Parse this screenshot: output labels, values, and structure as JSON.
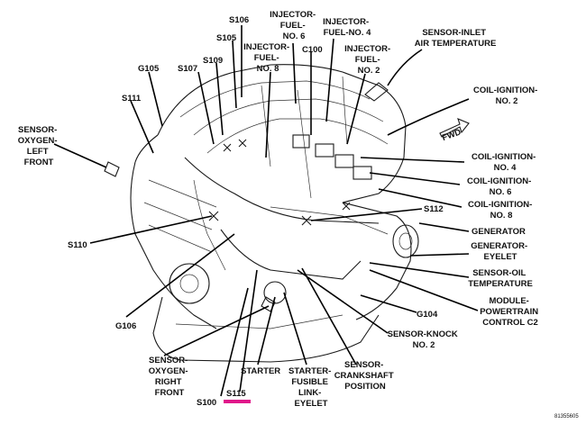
{
  "diagram": {
    "labels": {
      "s106": "S106",
      "injector_fuel_6": [
        "INJECTOR-",
        "FUEL-",
        "NO. 6"
      ],
      "injector_fuel_4": [
        "INJECTOR-",
        "FUEL-NO. 4"
      ],
      "sensor_inlet_air": [
        "SENSOR-INLET",
        "AIR TEMPERATURE"
      ],
      "s105": "S105",
      "c100": "C100",
      "injector_fuel_8": [
        "INJECTOR-",
        "FUEL-",
        "NO. 8"
      ],
      "injector_fuel_2": [
        "INJECTOR-",
        "FUEL-",
        "NO. 2"
      ],
      "s109": "S109",
      "g105": "G105",
      "s107": "S107",
      "coil_ignition_2": [
        "COIL-IGNITION-",
        "NO. 2"
      ],
      "s111": "S111",
      "sensor_oxygen_left": [
        "SENSOR-",
        "OXYGEN-",
        "LEFT",
        "FRONT"
      ],
      "coil_ignition_4": [
        "COIL-IGNITION-",
        "NO. 4"
      ],
      "coil_ignition_6": [
        "COIL-IGNITION-",
        "NO. 6"
      ],
      "coil_ignition_8": [
        "COIL-IGNITION-",
        "NO. 8"
      ],
      "s112": "S112",
      "generator": "GENERATOR",
      "s110": "S110",
      "generator_eyelet": [
        "GENERATOR-",
        "EYELET"
      ],
      "sensor_oil_temp": [
        "SENSOR-OIL",
        "TEMPERATURE"
      ],
      "module_powertrain": [
        "MODULE-",
        "POWERTRAIN",
        "CONTROL C2"
      ],
      "g104": "G104",
      "g106": "G106",
      "sensor_knock_2": [
        "SENSOR-KNOCK",
        "NO. 2"
      ],
      "sensor_oxygen_right": [
        "SENSOR-",
        "OXYGEN-",
        "RIGHT",
        "FRONT"
      ],
      "starter": "STARTER",
      "starter_fusible": [
        "STARTER-",
        "FUSIBLE",
        "LINK-",
        "EYELET"
      ],
      "sensor_crankshaft": [
        "SENSOR-",
        "CRANKSHAFT",
        "POSITION"
      ],
      "s100": "S100",
      "s115": "S115",
      "fwd": "FWD",
      "figure_id": "81355605"
    },
    "highlight_color": "#e0188a"
  }
}
